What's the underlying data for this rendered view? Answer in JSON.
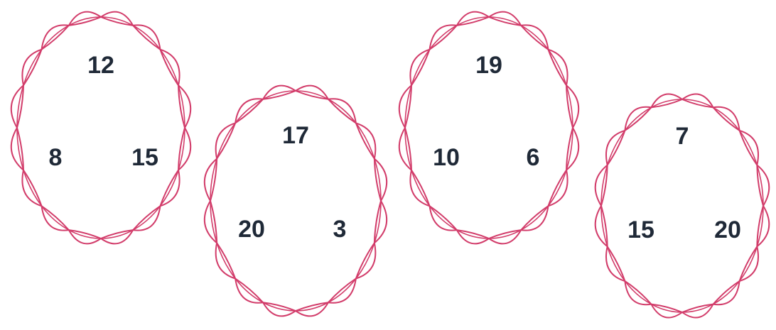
{
  "colors": {
    "outline": "#d23c6a",
    "text": "#1f2937"
  },
  "flowers": [
    {
      "top": "12",
      "left": "8",
      "right": "15"
    },
    {
      "top": "17",
      "left": "20",
      "right": "3"
    },
    {
      "top": "19",
      "left": "10",
      "right": "6"
    },
    {
      "top": "7",
      "left": "15",
      "right": "20"
    }
  ]
}
